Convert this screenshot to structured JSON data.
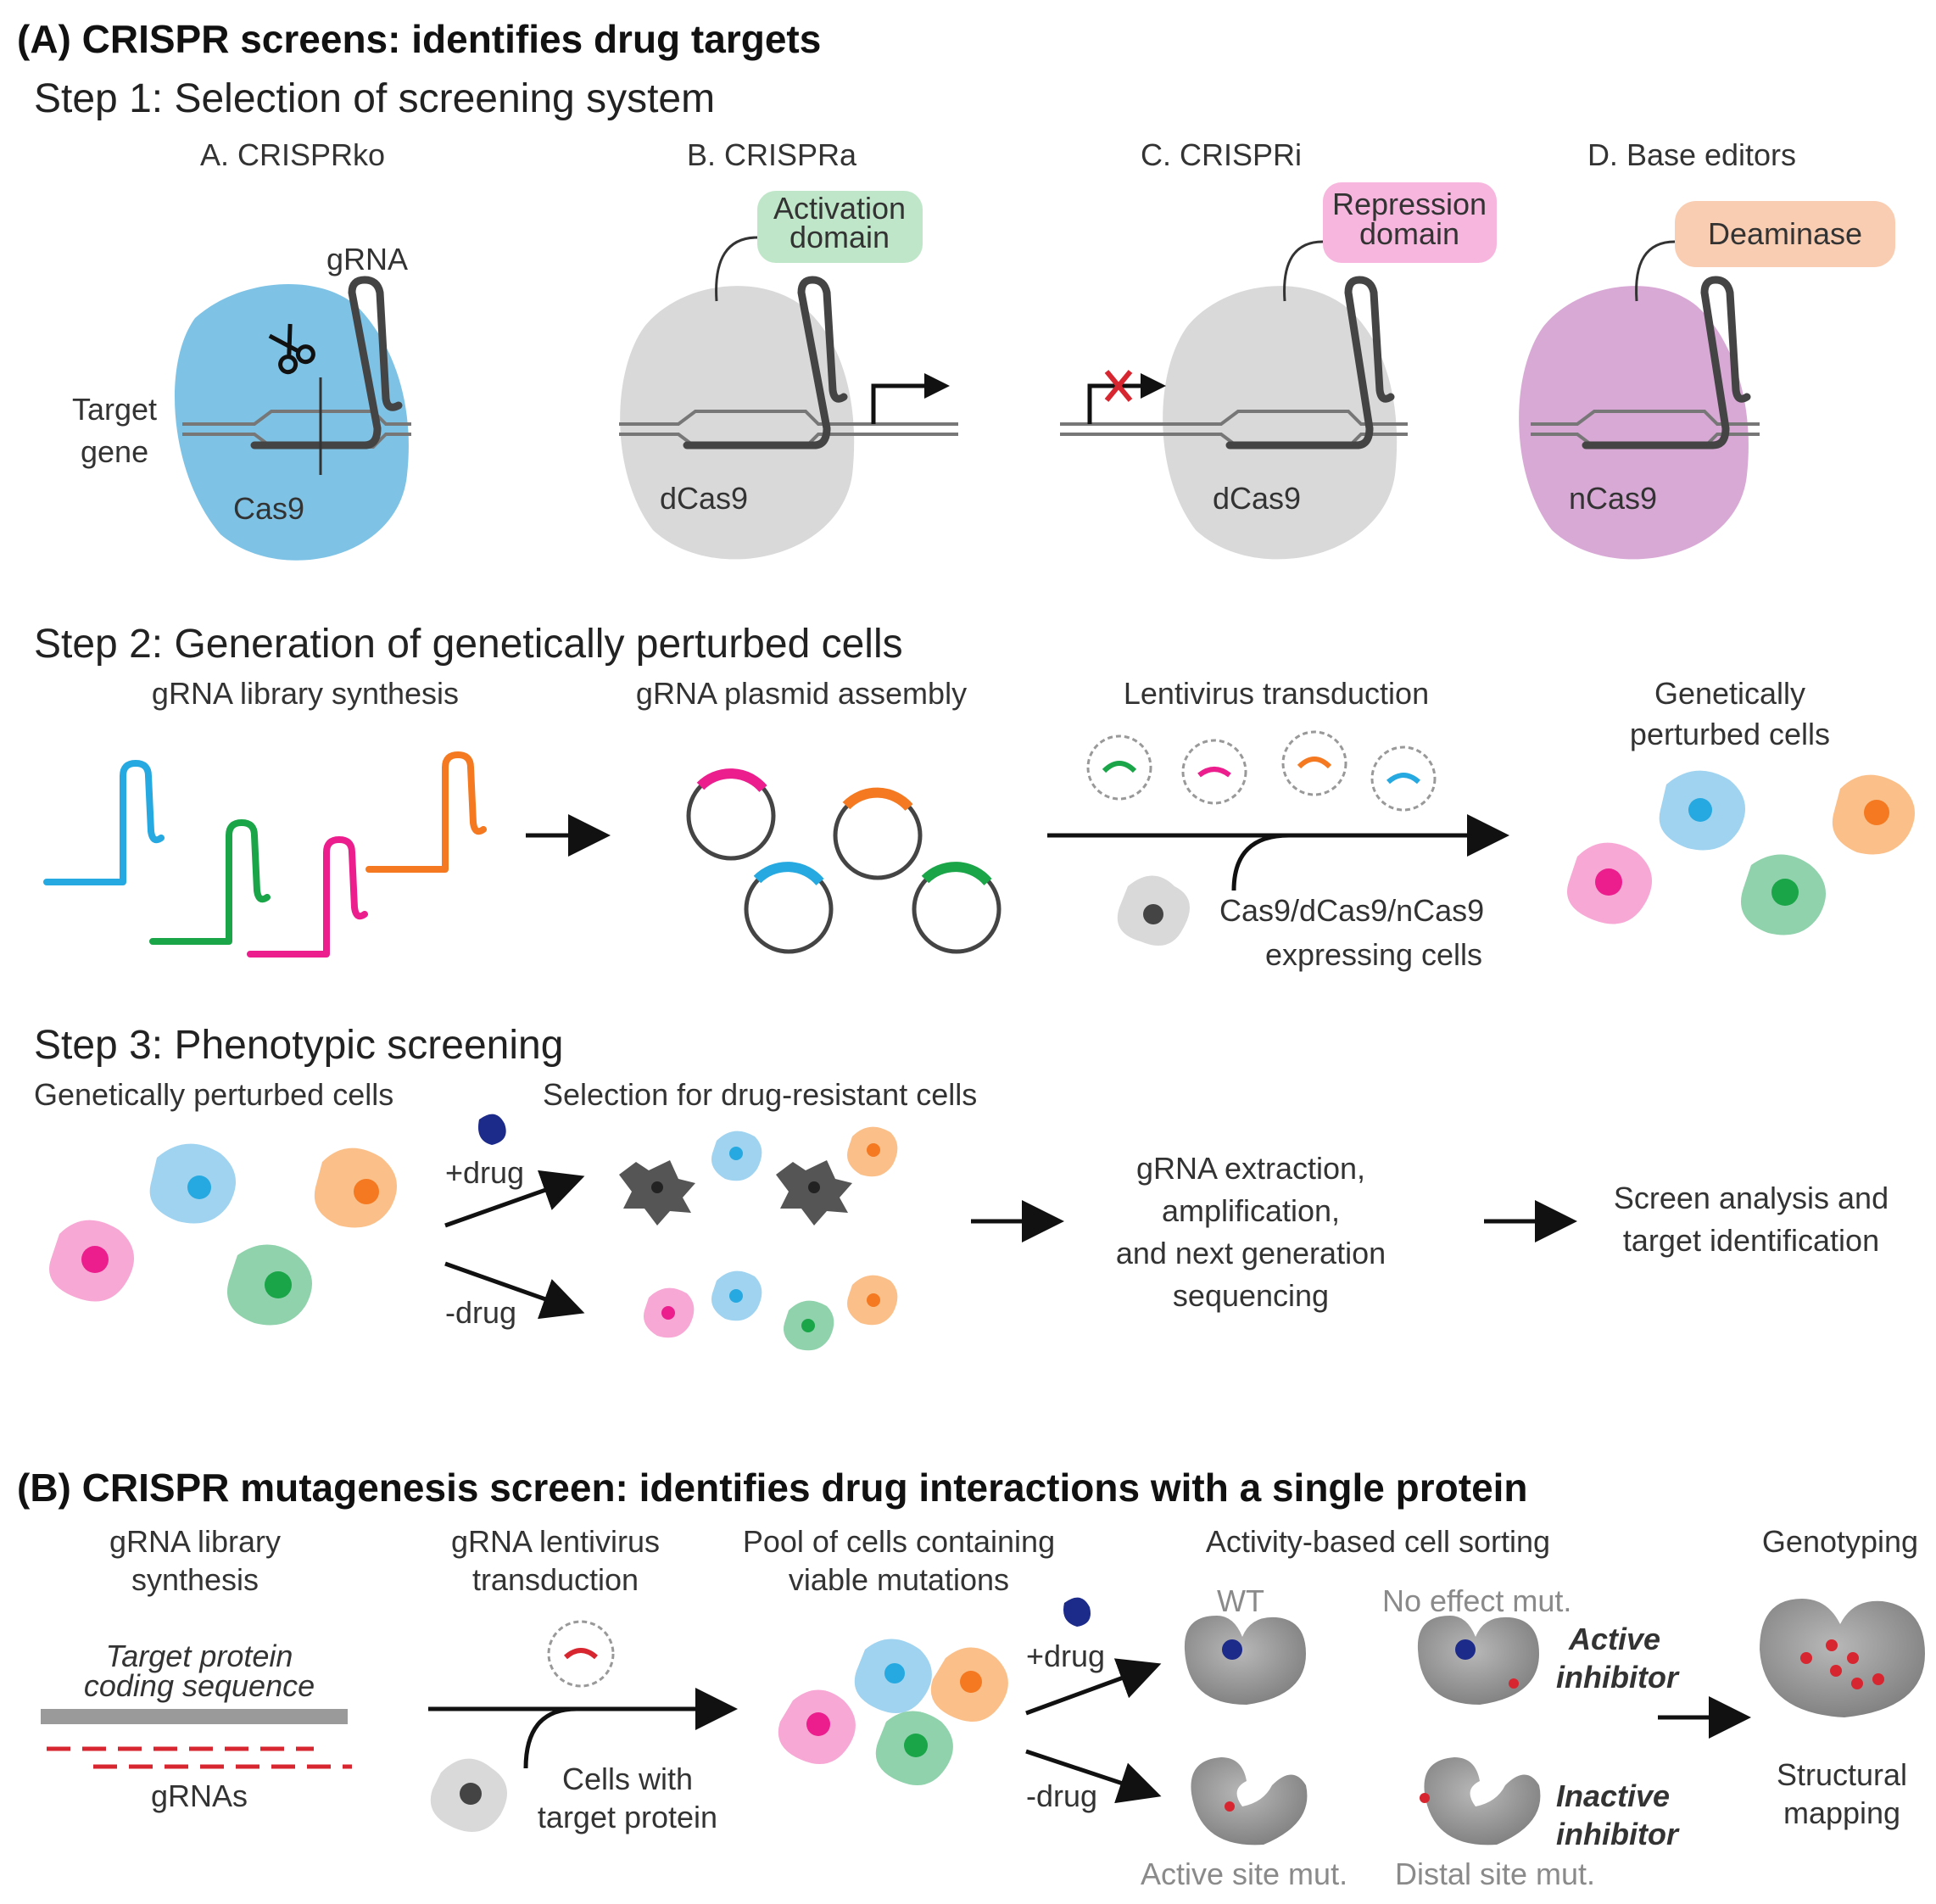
{
  "colors": {
    "cas9_blue": "#7ec3e6",
    "dcas9_grey": "#d9d9d9",
    "ncas9_purple": "#d9a9d6",
    "activation_green": "#bfe6c8",
    "repression_pink": "#f7b6de",
    "deaminase_peach": "#f9cdb2",
    "grna_cyan": "#25a9e0",
    "grna_green": "#1aa548",
    "grna_magenta": "#ec1e8e",
    "grna_orange": "#f47920",
    "drug_navy": "#1c2a8a",
    "mutation_red": "#d7262f"
  },
  "panel_a": {
    "title": "(A) CRISPR screens: identifies drug targets",
    "step1": {
      "title": "Step 1: Selection of screening system",
      "systems": [
        {
          "label": "A. CRISPRko",
          "protein": "Cas9",
          "grna_label": "gRNA",
          "target_label_1": "Target",
          "target_label_2": "gene",
          "icon": "scissors-icon"
        },
        {
          "label": "B. CRISPRa",
          "protein": "dCas9",
          "domain_1": "Activation",
          "domain_2": "domain"
        },
        {
          "label": "C. CRISPRi",
          "protein": "dCas9",
          "domain_1": "Repression",
          "domain_2": "domain"
        },
        {
          "label": "D. Base editors",
          "protein": "nCas9",
          "domain": "Deaminase"
        }
      ]
    },
    "step2": {
      "title": "Step 2: Generation of genetically perturbed cells",
      "stages": [
        "gRNA library synthesis",
        "gRNA plasmid assembly",
        "Lentivirus transduction"
      ],
      "result_1": "Genetically",
      "result_2": "perturbed cells",
      "cells_1": "Cas9/dCas9/nCas9",
      "cells_2": "expressing cells"
    },
    "step3": {
      "title": "Step 3: Phenotypic screening",
      "left_label": "Genetically perturbed cells",
      "selection_label": "Selection for drug-resistant cells",
      "plus_drug": "+drug",
      "minus_drug": "-drug",
      "extraction": [
        "gRNA extraction,",
        "amplification,",
        "and next generation",
        "sequencing"
      ],
      "analysis": [
        "Screen analysis and",
        "target identification"
      ]
    }
  },
  "panel_b": {
    "title": "(B) CRISPR mutagenesis screen: identifies drug interactions with a single protein",
    "stages": {
      "synthesis": [
        "gRNA library",
        "synthesis"
      ],
      "transduction": [
        "gRNA lentivirus",
        "transduction"
      ],
      "pool": [
        "Pool of cells containing",
        "viable mutations"
      ],
      "sorting": "Activity-based cell sorting",
      "genotyping": "Genotyping"
    },
    "target_seq": [
      "Target protein",
      "coding sequence"
    ],
    "grnas": "gRNAs",
    "cells": [
      "Cells with",
      "target protein"
    ],
    "plus_drug": "+drug",
    "minus_drug": "-drug",
    "wt": "WT",
    "no_effect": "No effect mut.",
    "active_inhibitor": [
      "Active",
      "inhibitor"
    ],
    "inactive_inhibitor": [
      "Inactive",
      "inhibitor"
    ],
    "active_site": "Active site mut.",
    "distal_site": "Distal site mut.",
    "structural": [
      "Structural",
      "mapping"
    ]
  }
}
